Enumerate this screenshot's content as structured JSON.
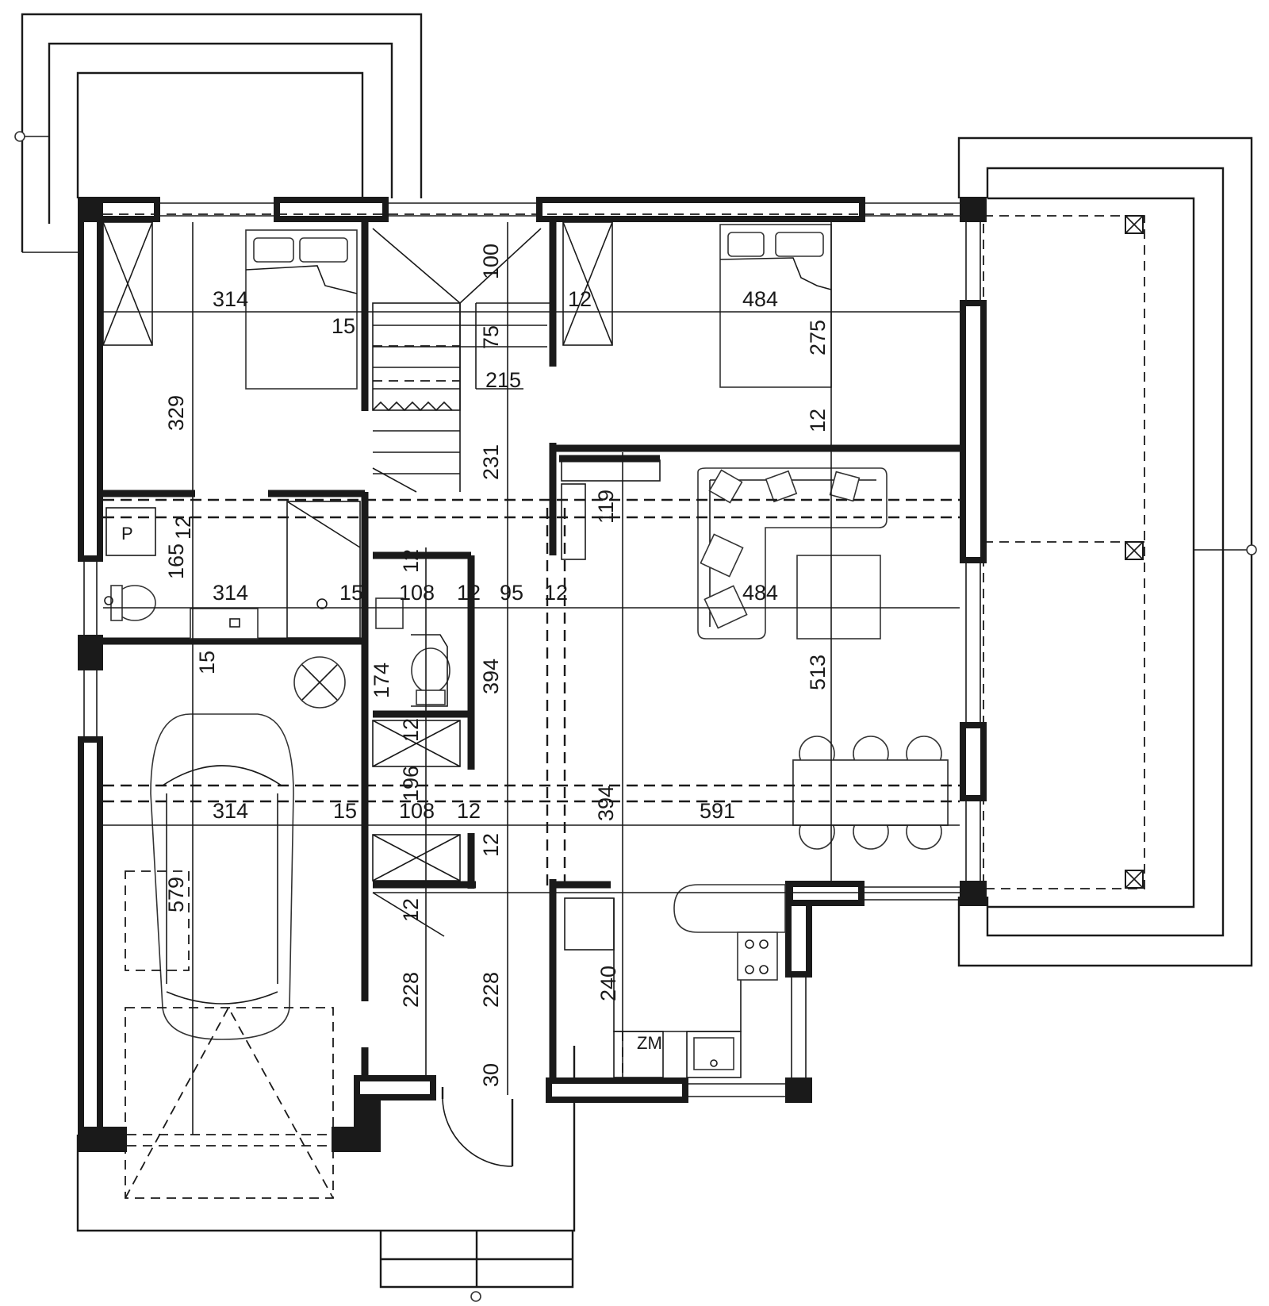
{
  "drawing": {
    "type": "floor plan",
    "labels": {
      "bedroom_left_width": "314",
      "bedroom_left_depth": "329",
      "wall_15_a": "15",
      "stair_100": "100",
      "wall_12_a": "12",
      "stair_75": "75",
      "stair_215": "215",
      "stair_231": "231",
      "bedroom_right_width": "484",
      "bedroom_right_depth": "275",
      "wall_12_b": "12",
      "bath_width": "314",
      "bath_165": "165",
      "bath_12": "12",
      "wall_15_b": "15",
      "wc_108": "108",
      "wc_12": "12",
      "hall_95": "95",
      "hall_12": "12",
      "wc_12_top": "12",
      "closet_119": "119",
      "living_width": "484",
      "living_513": "513",
      "wall_15_c": "15",
      "wc_174": "174",
      "wc_394": "394",
      "store_12": "12",
      "store_196": "196",
      "garage_width": "314",
      "wall_15_d": "15",
      "store_108": "108",
      "store_12_b": "12",
      "hall_394": "394",
      "living_591": "591",
      "store_12_c": "12",
      "garage_579": "579",
      "entry_12": "12",
      "entry_228_a": "228",
      "entry_228_b": "228",
      "kitchen_240": "240",
      "kitchen_zm": "ZM",
      "entry_30": "30",
      "boiler_p": "P"
    }
  }
}
